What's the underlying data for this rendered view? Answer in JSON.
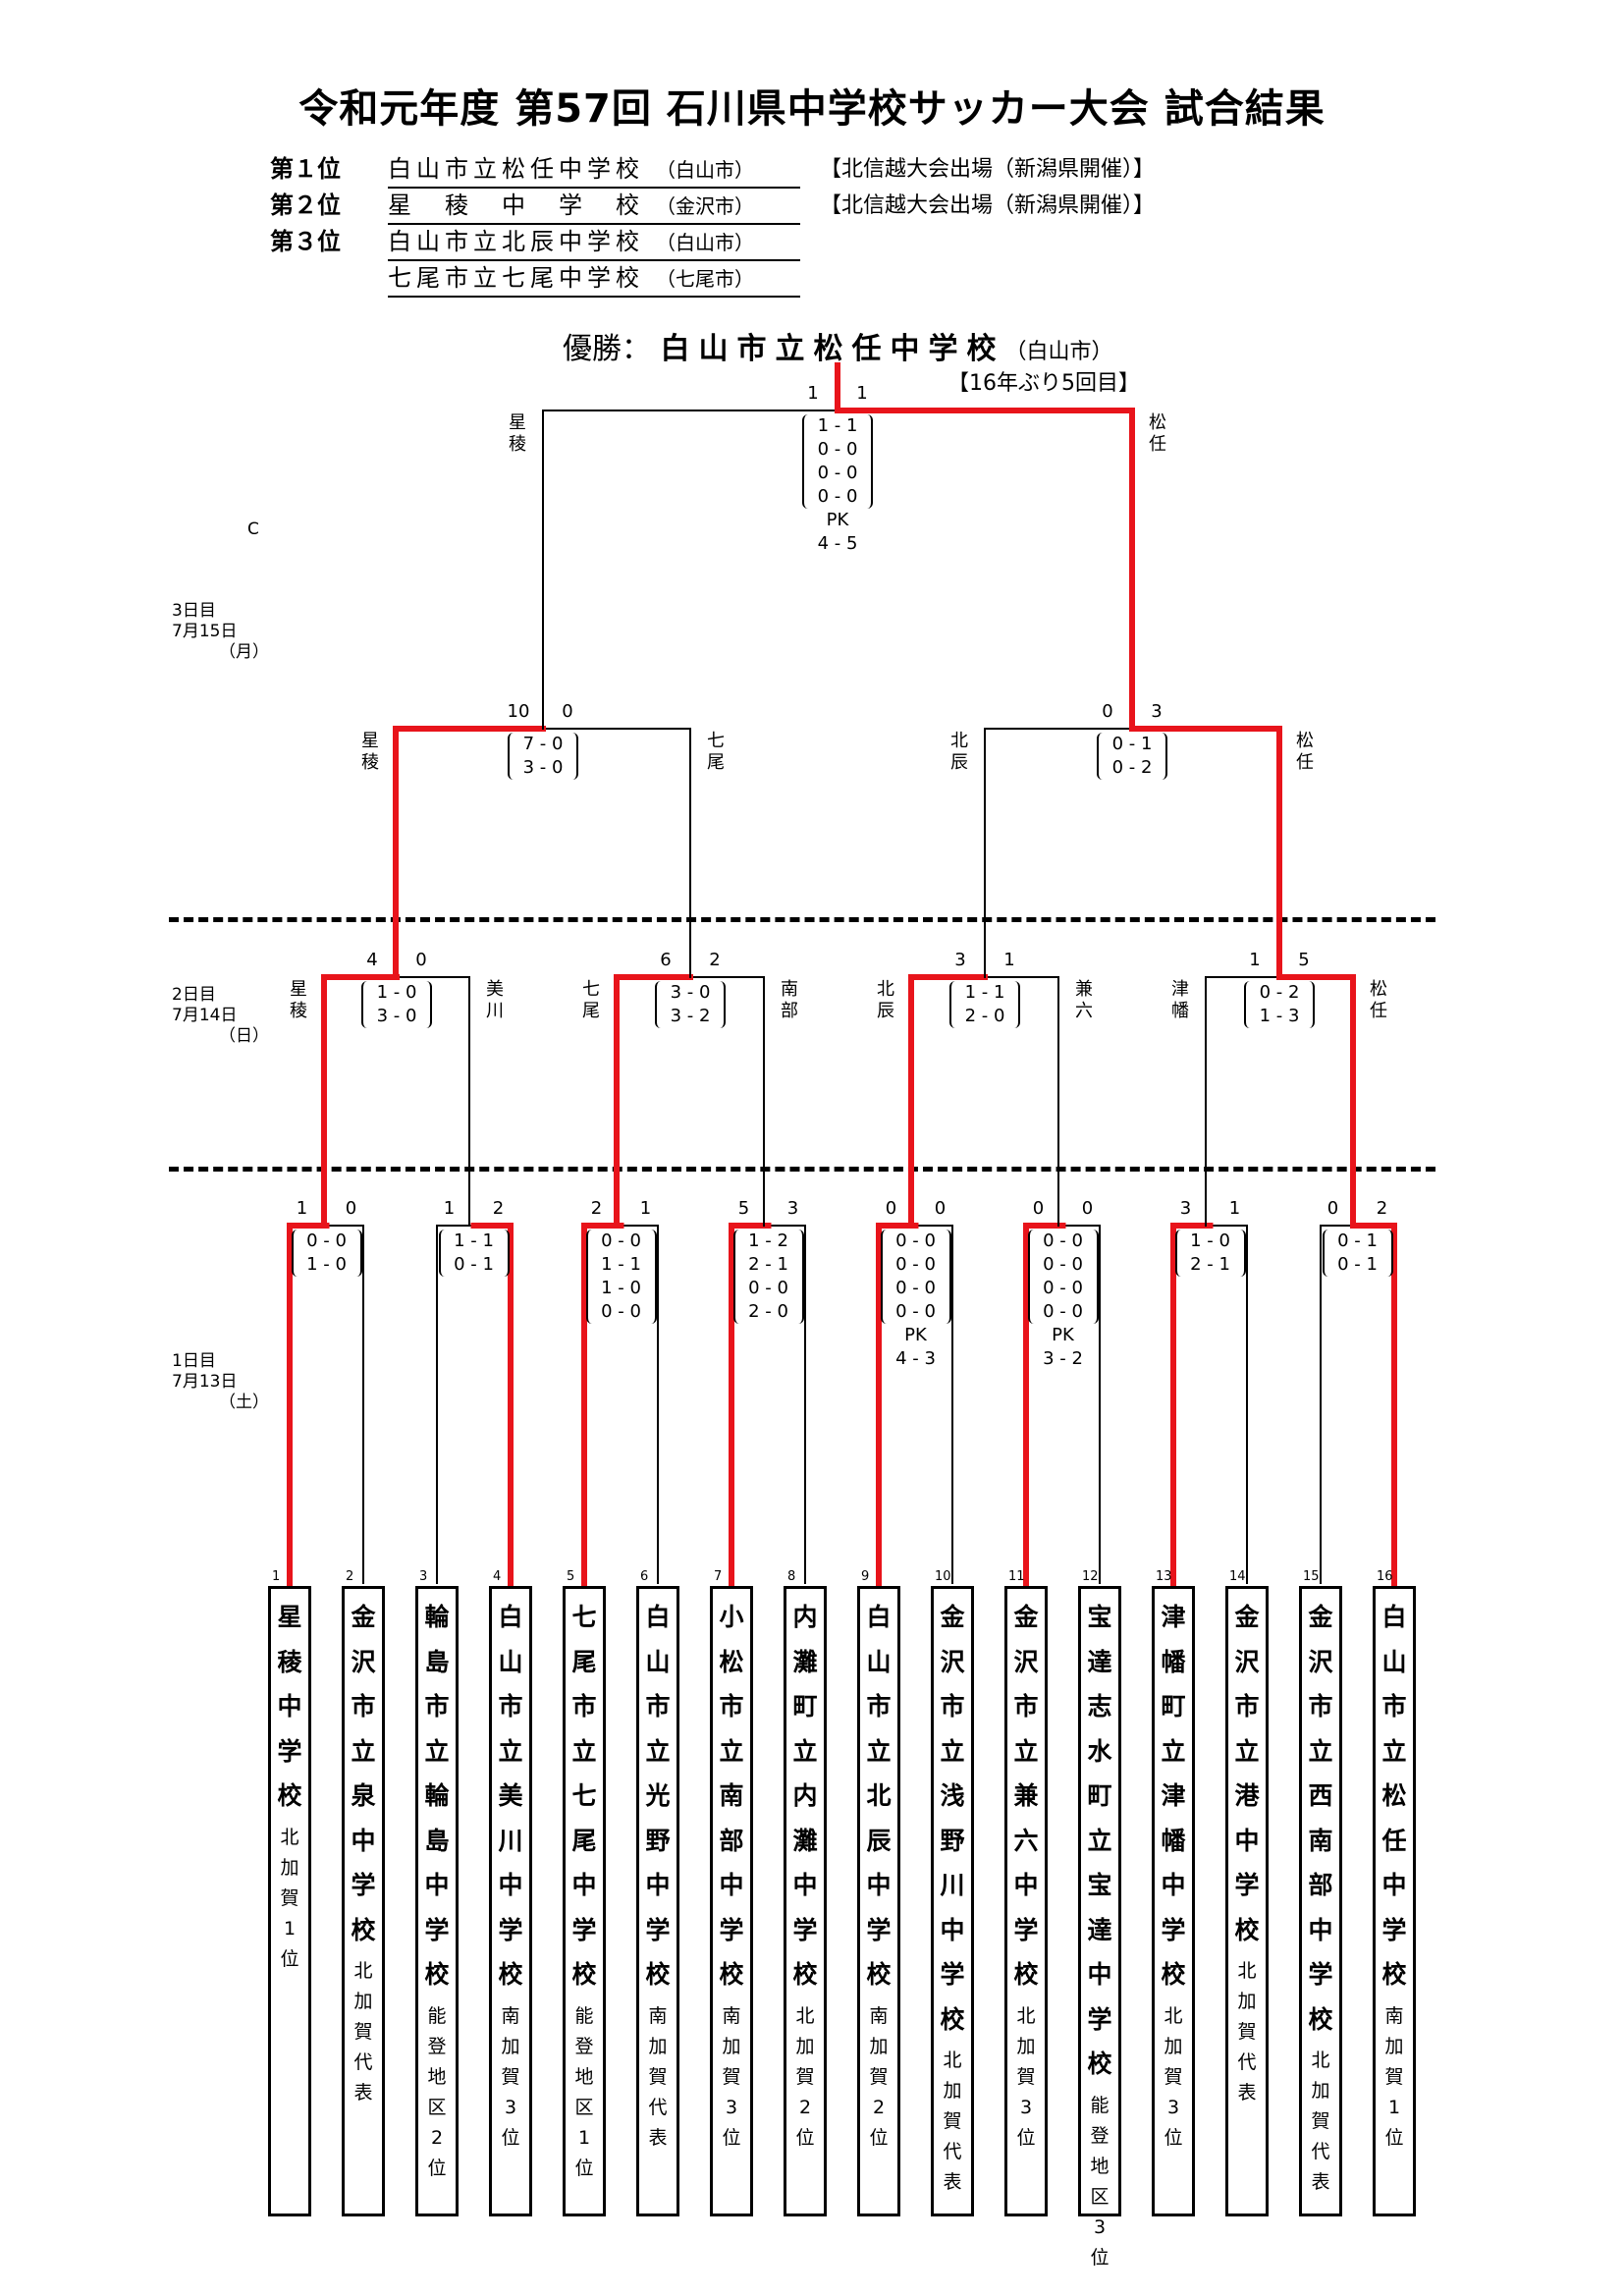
{
  "title": "令和元年度 第57回 石川県中学校サッカー大会 試合結果",
  "rankings": [
    {
      "label": "第１位",
      "school": "白山市立松任中学校",
      "location": "（白山市）",
      "note": "【北信越大会出場（新潟県開催）】"
    },
    {
      "label": "第２位",
      "school": "星　稜　中　学　校",
      "location": "（金沢市）",
      "note": "【北信越大会出場（新潟県開催）】"
    },
    {
      "label": "第３位",
      "school": "白山市立北辰中学校",
      "location": "（白山市）",
      "note": ""
    },
    {
      "label": "",
      "school": "七尾市立七尾中学校",
      "location": "（七尾市）",
      "note": ""
    }
  ],
  "winner": {
    "prefix": "優勝：",
    "name": "白山市立松任中学校",
    "location": "（白山市）",
    "note": "【16年ぶり5回目】"
  },
  "stray_mark": "C",
  "days": [
    {
      "day": "3日目",
      "date": "7月15日",
      "weekday": "（月）"
    },
    {
      "day": "2日目",
      "date": "7月14日",
      "weekday": "（日）"
    },
    {
      "day": "1日目",
      "date": "7月13日",
      "weekday": "（土）"
    }
  ],
  "final": {
    "left_team": "星稜",
    "right_team": "松任",
    "left_score": "1",
    "right_score": "1",
    "halves": [
      "1 - 1",
      "0 - 0",
      "0 - 0",
      "0 - 0"
    ],
    "pk_label": "PK",
    "pk_score": "4 - 5"
  },
  "semis": [
    {
      "left_team": "星稜",
      "right_team": "七尾",
      "left_score": "10",
      "right_score": "0",
      "halves": [
        "7 - 0",
        "3 - 0"
      ]
    },
    {
      "left_team": "北辰",
      "right_team": "松任",
      "left_score": "0",
      "right_score": "3",
      "halves": [
        "0 - 1",
        "0 - 2"
      ]
    }
  ],
  "quarters": [
    {
      "left_team": "星稜",
      "right_team": "美川",
      "left_score": "4",
      "right_score": "0",
      "halves": [
        "1 - 0",
        "3 - 0"
      ]
    },
    {
      "left_team": "七尾",
      "right_team": "南部",
      "left_score": "6",
      "right_score": "2",
      "halves": [
        "3 - 0",
        "3 - 2"
      ]
    },
    {
      "left_team": "北辰",
      "right_team": "兼六",
      "left_score": "3",
      "right_score": "1",
      "halves": [
        "1 - 1",
        "2 - 0"
      ]
    },
    {
      "left_team": "津幡",
      "right_team": "松任",
      "left_score": "1",
      "right_score": "5",
      "halves": [
        "0 - 2",
        "1 - 3"
      ]
    }
  ],
  "round1": [
    {
      "left_score": "1",
      "right_score": "0",
      "halves": [
        "0 - 0",
        "1 - 0"
      ],
      "pk_label": "",
      "pk_score": ""
    },
    {
      "left_score": "1",
      "right_score": "2",
      "halves": [
        "1 - 1",
        "0 - 1"
      ],
      "pk_label": "",
      "pk_score": ""
    },
    {
      "left_score": "2",
      "right_score": "1",
      "halves": [
        "0 - 0",
        "1 - 1",
        "1 - 0",
        "0 - 0"
      ],
      "pk_label": "",
      "pk_score": ""
    },
    {
      "left_score": "5",
      "right_score": "3",
      "halves": [
        "1 - 2",
        "2 - 1",
        "0 - 0",
        "2 - 0"
      ],
      "pk_label": "",
      "pk_score": ""
    },
    {
      "left_score": "0",
      "right_score": "0",
      "halves": [
        "0 - 0",
        "0 - 0",
        "0 - 0",
        "0 - 0"
      ],
      "pk_label": "PK",
      "pk_score": "4 - 3"
    },
    {
      "left_score": "0",
      "right_score": "0",
      "halves": [
        "0 - 0",
        "0 - 0",
        "0 - 0",
        "0 - 0"
      ],
      "pk_label": "PK",
      "pk_score": "3 - 2"
    },
    {
      "left_score": "3",
      "right_score": "1",
      "halves": [
        "1 - 0",
        "2 - 1"
      ],
      "pk_label": "",
      "pk_score": ""
    },
    {
      "left_score": "0",
      "right_score": "2",
      "halves": [
        "0 - 1",
        "0 - 1"
      ],
      "pk_label": "",
      "pk_score": ""
    }
  ],
  "teams": [
    {
      "seed": "1",
      "name": "星　稜　中　学　校",
      "note": "北加賀1位"
    },
    {
      "seed": "2",
      "name": "金沢市立泉中学校",
      "note": "北加賀代表"
    },
    {
      "seed": "3",
      "name": "輪島市立輪島中学校",
      "note": "能登地区2位"
    },
    {
      "seed": "4",
      "name": "白山市立美川中学校",
      "note": "南加賀3位"
    },
    {
      "seed": "5",
      "name": "七尾市立七尾中学校",
      "note": "能登地区1位"
    },
    {
      "seed": "6",
      "name": "白山市立光野中学校",
      "note": "南加賀代表"
    },
    {
      "seed": "7",
      "name": "小松市立南部中学校",
      "note": "南加賀3位"
    },
    {
      "seed": "8",
      "name": "内灘町立内灘中学校",
      "note": "北加賀2位"
    },
    {
      "seed": "9",
      "name": "白山市立北辰中学校",
      "note": "南加賀2位"
    },
    {
      "seed": "10",
      "name": "金沢市立浅野川中学校",
      "note": "北加賀代表"
    },
    {
      "seed": "11",
      "name": "金沢市立兼六中学校",
      "note": "北加賀3位"
    },
    {
      "seed": "12",
      "name": "宝達志水町立宝達中学校",
      "note": "能登地区3位"
    },
    {
      "seed": "13",
      "name": "津幡町立津幡中学校",
      "note": "北加賀3位"
    },
    {
      "seed": "14",
      "name": "金沢市立港中学校",
      "note": "北加賀代表"
    },
    {
      "seed": "15",
      "name": "金沢市立西南部中学校",
      "note": "北加賀代表"
    },
    {
      "seed": "16",
      "name": "白山市立松任中学校",
      "note": "南加賀1位"
    }
  ],
  "colors": {
    "winner_path": "#e8141b",
    "line": "#000000"
  }
}
